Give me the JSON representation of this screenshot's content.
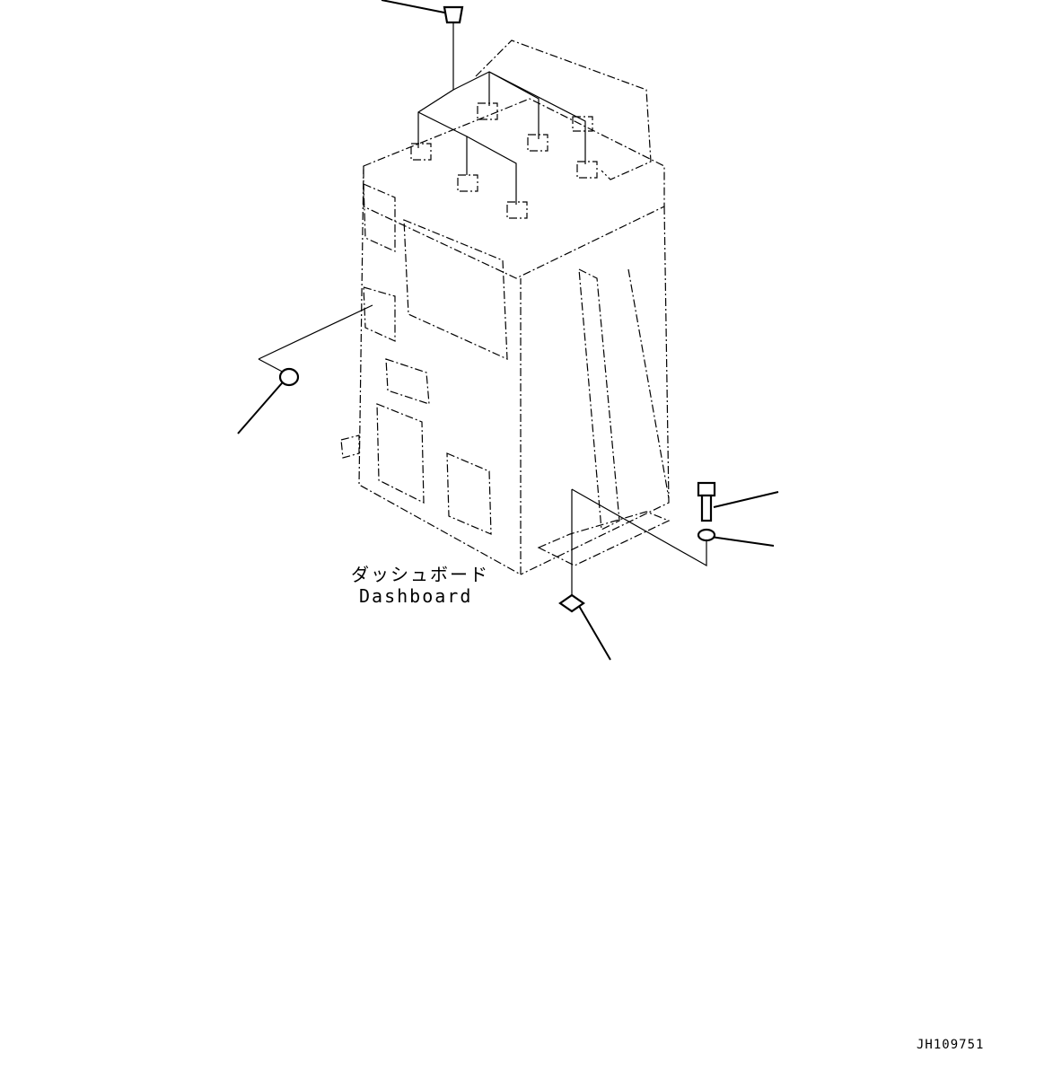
{
  "diagram": {
    "title_jp": "ダッシュボード",
    "title_en": "Dashboard",
    "drawing_code": "JH109751",
    "parts": [
      {
        "name": "plug-top",
        "type": "cap plug"
      },
      {
        "name": "plug-left",
        "type": "cap plug"
      },
      {
        "name": "bolt",
        "type": "hex bolt"
      },
      {
        "name": "washer",
        "type": "washer"
      },
      {
        "name": "plate-washer",
        "type": "square washer"
      },
      {
        "name": "cushions",
        "type": "cushion block",
        "count": 7
      }
    ]
  }
}
